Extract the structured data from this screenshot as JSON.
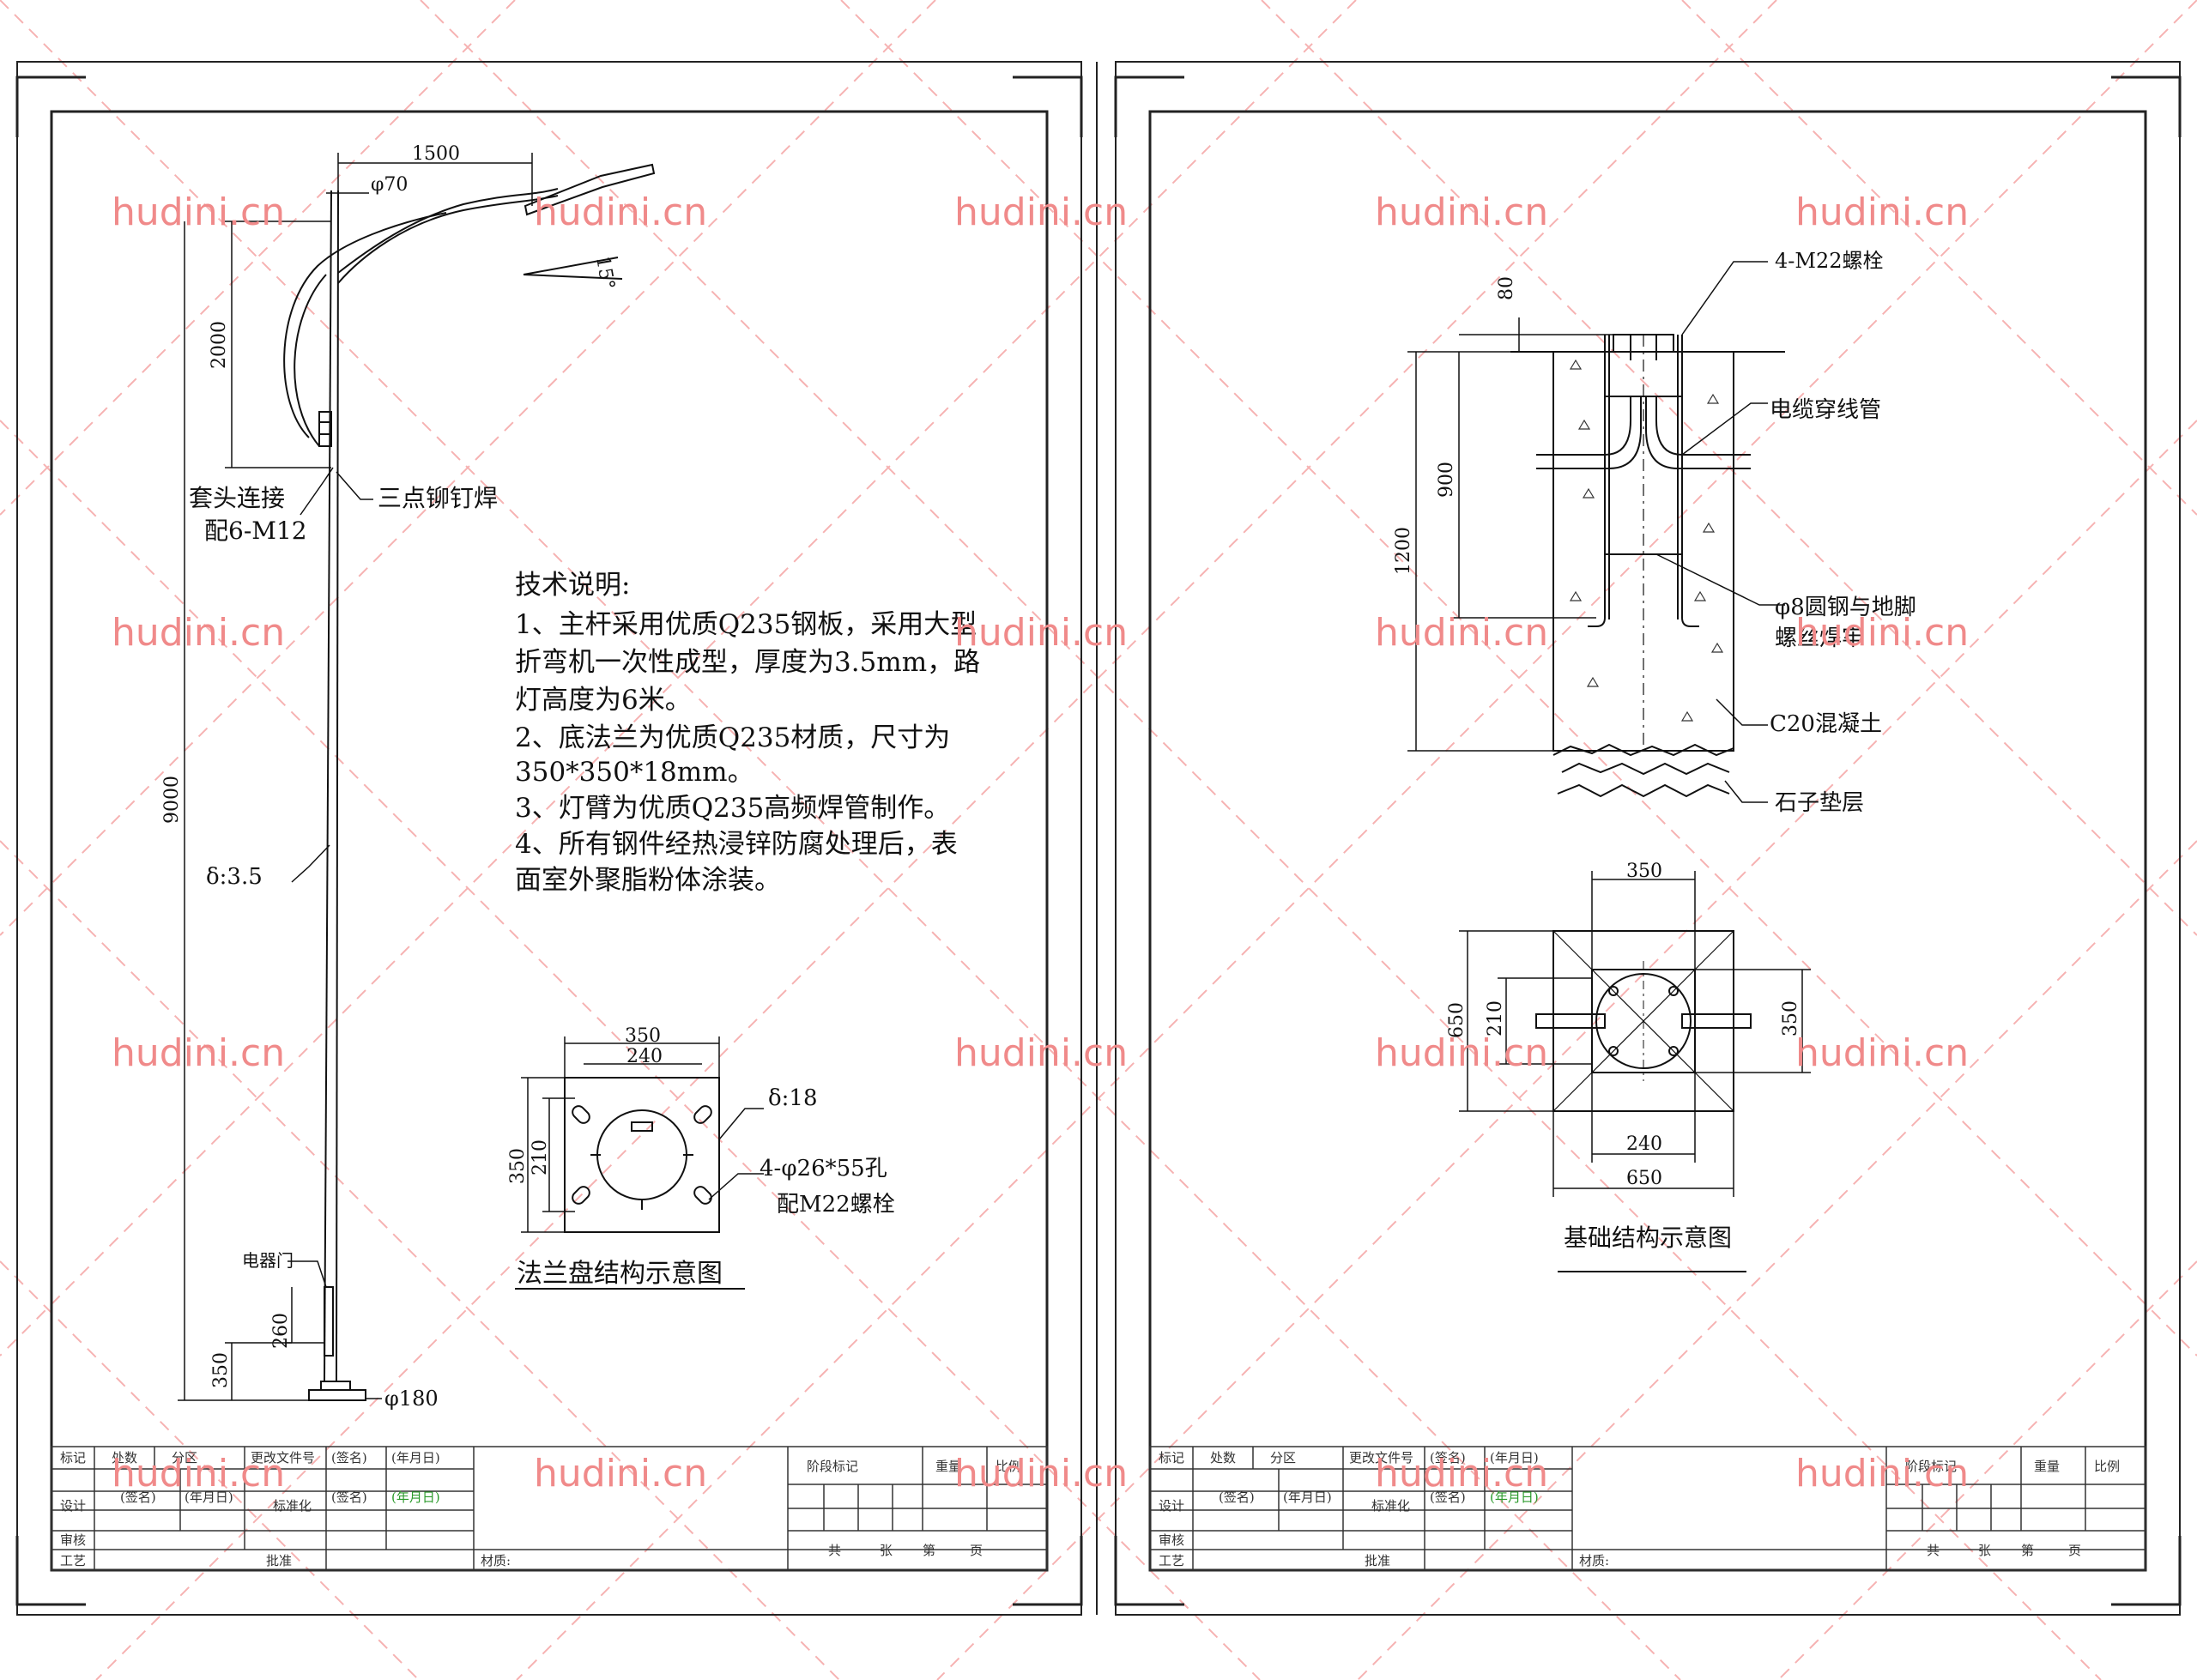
{
  "watermark": {
    "text": "hudini.cn",
    "color": "#f08a8a"
  },
  "left_sheet": {
    "pole": {
      "arm_length": "1500",
      "arm_diameter": "φ70",
      "arm_angle": "15°",
      "arm_rise": "2000",
      "total_height": "9000",
      "joint_left_line1": "套头连接",
      "joint_left_line2": "配6-M12",
      "joint_right": "三点铆钉焊",
      "wall_thickness": "δ:3.5",
      "door_label": "电器门",
      "door_height": "260",
      "base_height": "350",
      "base_diameter": "φ180"
    },
    "tech_notes": {
      "title": "技术说明:",
      "lines": [
        "1、主杆采用优质Q235钢板，采用大型",
        "折弯机一次性成型，厚度为3.5mm，路",
        "灯高度为6米。",
        "2、底法兰为优质Q235材质，尺寸为",
        "350*350*18mm。",
        "3、灯臂为优质Q235高频焊管制作。",
        "4、所有钢件经热浸锌防腐处理后，表",
        "面室外聚脂粉体涂装。"
      ]
    },
    "flange": {
      "outer_width": "350",
      "bolt_spacing": "240",
      "outer_height": "350",
      "inner_height": "210",
      "thickness": "δ:18",
      "holes_line1": "4-φ26*55孔",
      "holes_line2": "配M22螺栓",
      "caption": "法兰盘结构示意图"
    }
  },
  "right_sheet": {
    "foundation": {
      "bolts": "4-M22螺栓",
      "top_depth": "80",
      "cable_tube": "电缆穿线管",
      "anchor_depth": "900",
      "total_depth": "1200",
      "rebar_line1": "φ8圆钢与地脚",
      "rebar_line2": "螺丝焊牢",
      "concrete": "C20混凝土",
      "gravel": "石子垫层"
    },
    "plan": {
      "top_width": "350",
      "side_height": "650",
      "inner_height": "210",
      "right_height": "350",
      "bolt_spacing": "240",
      "base_width": "650",
      "caption": "基础结构示意图"
    }
  },
  "title_block": {
    "row1": [
      "标记",
      "处数",
      "分区",
      "更改文件号",
      "(签名)",
      "(年月日)"
    ],
    "row2_left": [
      "设计",
      "(签名)",
      "(年月日)",
      "标准化",
      "(签名)",
      "(年月日)"
    ],
    "row3_left": [
      "审核"
    ],
    "row4_left": [
      "工艺",
      "批准"
    ],
    "material": "材质:",
    "stage_headers": [
      "阶段标记",
      "重量",
      "比例"
    ],
    "sheet_footer": [
      "共",
      "张",
      "第",
      "页"
    ]
  }
}
